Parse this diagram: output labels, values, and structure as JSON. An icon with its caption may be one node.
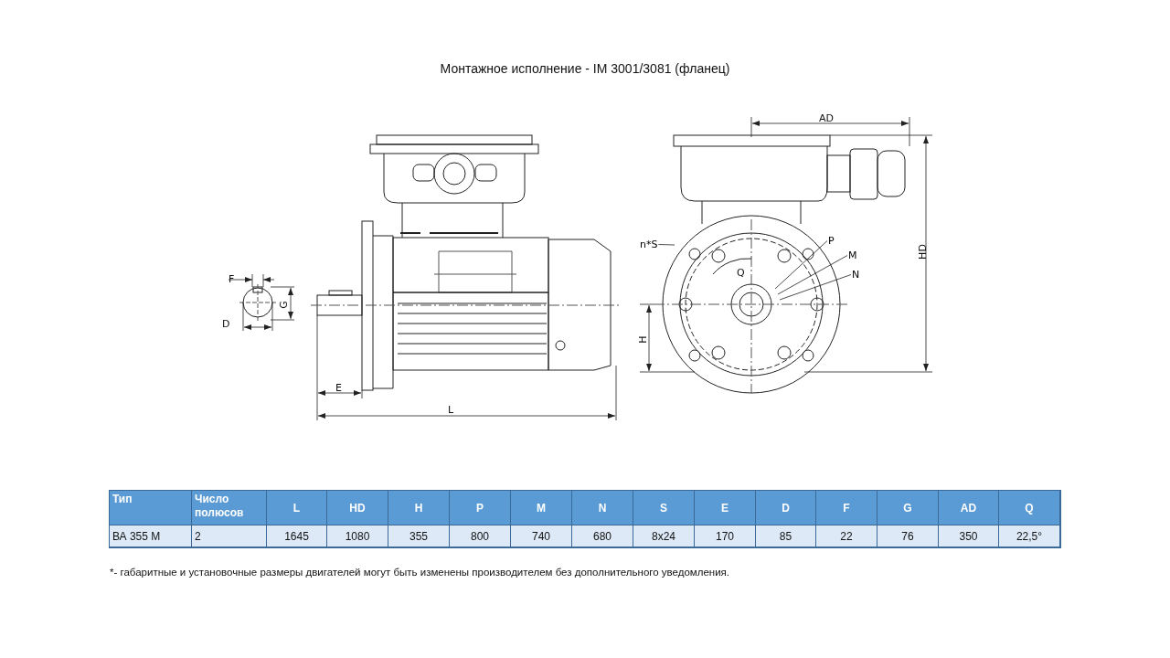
{
  "diagram": {
    "title": "Монтажное исполнение - IM 3001/3081 (фланец)",
    "nodes": [
      {
        "text": [
          "n*S"
        ]
      },
      {
        "text": [
          "P"
        ]
      },
      {
        "text": [
          "M"
        ]
      },
      {
        "text": [
          "N"
        ]
      }
    ],
    "edges": [
      {
        "from": 0,
        "to": null,
        "arrow": "none"
      },
      {
        "from": 1,
        "to": null,
        "arrow": "none"
      },
      {
        "from": 2,
        "to": null,
        "arrow": "none"
      },
      {
        "from": 3,
        "to": null,
        "arrow": "none"
      }
    ],
    "labels": [
      "F",
      "G",
      "D",
      "E",
      "L",
      "AD",
      "HD",
      "Q",
      "H",
      "Тип",
      "Число полюсов",
      "L",
      "HD",
      "H",
      "P",
      "M",
      "N",
      "S",
      "E",
      "D",
      "F",
      "G",
      "AD",
      "Q",
      "ВА 355 М",
      "2",
      "1645",
      "1080",
      "355",
      "800",
      "740",
      "680",
      "8x24",
      "170",
      "85",
      "22",
      "76",
      "350",
      "22,5°",
      "*- габаритные и установочные размеры двигателей могут быть изменены производителем без дополнительного уведомления."
    ]
  }
}
